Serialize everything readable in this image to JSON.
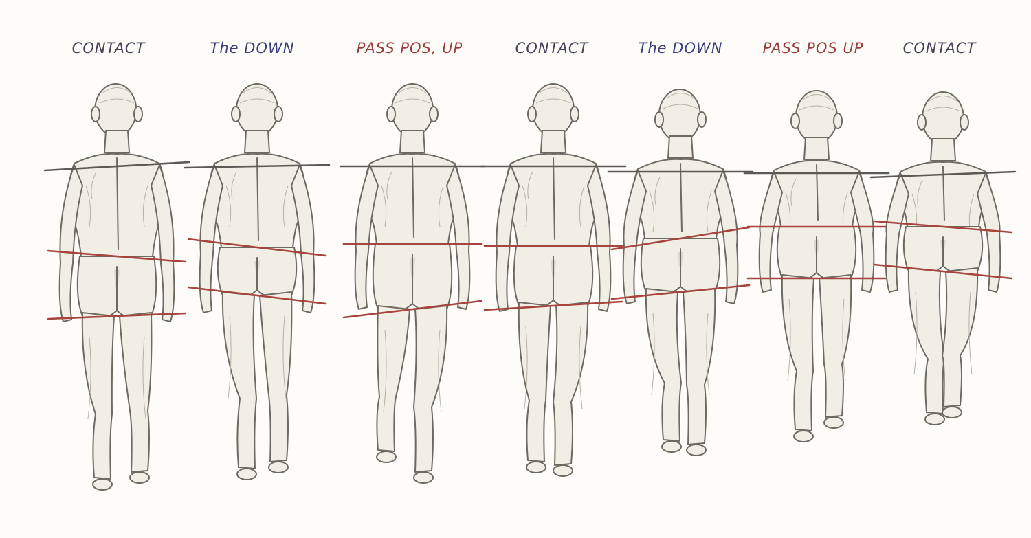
{
  "poses": [
    {
      "label": "CONTACT",
      "color": "#4a4058"
    },
    {
      "label": "The DOWN",
      "color": "#3c3f7a"
    },
    {
      "label": "PASS POS, UP",
      "color": "#9a3a3a"
    },
    {
      "label": "CONTACT",
      "color": "#4a4058"
    },
    {
      "label": "The DOWN",
      "color": "#3c3f7a"
    },
    {
      "label": "PASS POS UP",
      "color": "#9a3a3a"
    },
    {
      "label": "CONTACT",
      "color": "#4a4058"
    }
  ],
  "colors": {
    "shoulder_line": "#5d5a55",
    "hip_line": "#a8443e",
    "paper": "#fdfcf8"
  }
}
